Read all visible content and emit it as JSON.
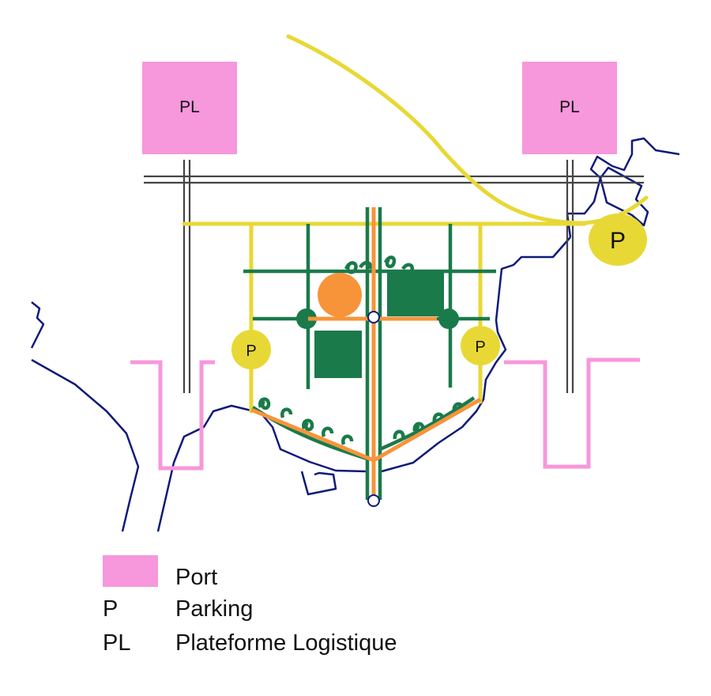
{
  "map": {
    "platform_label": "PL",
    "parking_label": "P",
    "colors": {
      "port": "#f797dc",
      "coast": "#0e1a7a",
      "road": "#444444",
      "yellow": "#e8d836",
      "green": "#1a7a4a",
      "orange": "#f7943a"
    }
  },
  "legend": {
    "items": [
      {
        "key": "",
        "text": "Port",
        "swatch": "#f797dc"
      },
      {
        "key": "P",
        "text": "Parking"
      },
      {
        "key": "PL",
        "text": "Plateforme Logistique"
      }
    ]
  }
}
